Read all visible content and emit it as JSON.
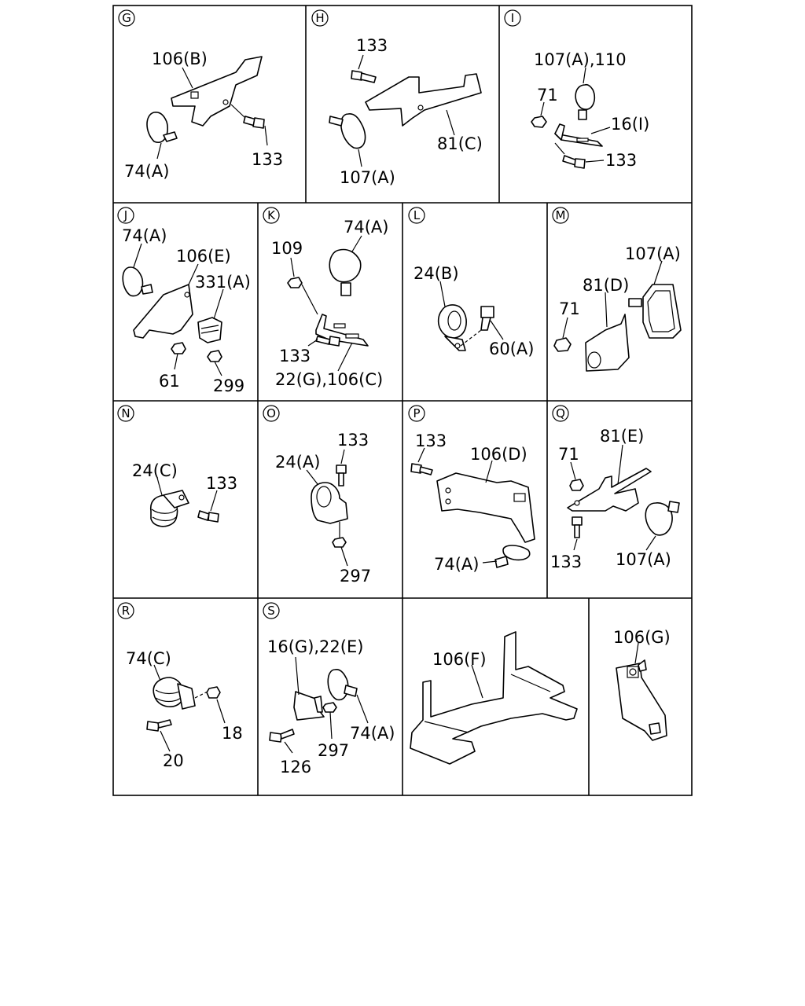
{
  "panels": {
    "G": {
      "letter": "G",
      "labels": [
        "106(B)",
        "133",
        "74(A)"
      ]
    },
    "H": {
      "letter": "H",
      "labels": [
        "133",
        "81(C)",
        "107(A)"
      ]
    },
    "I": {
      "letter": "I",
      "labels": [
        "107(A),110",
        "71",
        "16(I)",
        "133"
      ]
    },
    "J": {
      "letter": "J",
      "labels": [
        "74(A)",
        "106(E)",
        "331(A)",
        "61",
        "299"
      ]
    },
    "K": {
      "letter": "K",
      "labels": [
        "74(A)",
        "109",
        "133",
        "22(G),106(C)"
      ]
    },
    "L": {
      "letter": "L",
      "labels": [
        "24(B)",
        "60(A)"
      ]
    },
    "M": {
      "letter": "M",
      "labels": [
        "107(A)",
        "81(D)",
        "71"
      ]
    },
    "N": {
      "letter": "N",
      "labels": [
        "24(C)",
        "133"
      ]
    },
    "O": {
      "letter": "O",
      "labels": [
        "133",
        "24(A)",
        "297"
      ]
    },
    "P": {
      "letter": "P",
      "labels": [
        "133",
        "106(D)",
        "74(A)"
      ]
    },
    "Q": {
      "letter": "Q",
      "labels": [
        "81(E)",
        "71",
        "133",
        "107(A)"
      ]
    },
    "R": {
      "letter": "R",
      "labels": [
        "74(C)",
        "18",
        "20"
      ]
    },
    "S": {
      "letter": "S",
      "labels": [
        "16(G),22(E)",
        "74(A)",
        "297",
        "126"
      ]
    },
    "T": {
      "labels": [
        "106(F)"
      ]
    },
    "U": {
      "labels": [
        "106(G)"
      ]
    }
  }
}
